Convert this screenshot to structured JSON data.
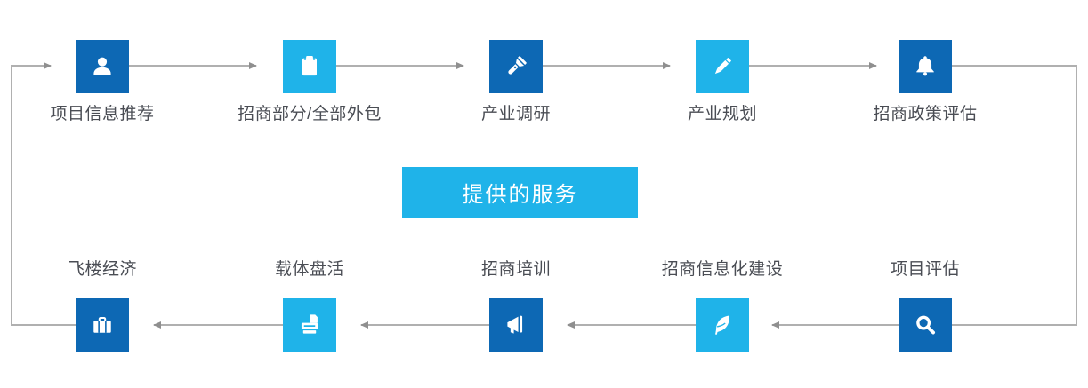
{
  "banner": {
    "label": "提供的服务"
  },
  "colors": {
    "dark_blue": "#0d68b4",
    "light_blue": "#1fb3e9",
    "label_text": "#4a4d54",
    "arrow_line": "#b0b0b0",
    "arrow_head": "#8f8f8f",
    "banner_bg": "#1fb3e9",
    "banner_text": "#ffffff",
    "icon_glyph": "#ffffff"
  },
  "top_row": {
    "flow": "left-to-right",
    "items": [
      {
        "label": "项目信息推荐",
        "icon": "user-icon",
        "tone": "dark"
      },
      {
        "label": "招商部分/全部外包",
        "icon": "clipboard-icon",
        "tone": "light"
      },
      {
        "label": "产业调研",
        "icon": "flashlight-icon",
        "tone": "dark"
      },
      {
        "label": "产业规划",
        "icon": "pencil-icon",
        "tone": "light"
      },
      {
        "label": "招商政策评估",
        "icon": "bell-icon",
        "tone": "dark"
      }
    ]
  },
  "bottom_row": {
    "flow": "right-to-left",
    "items": [
      {
        "label": "飞楼经济",
        "icon": "briefcase-icon",
        "tone": "dark"
      },
      {
        "label": "载体盘活",
        "icon": "printer-icon",
        "tone": "light"
      },
      {
        "label": "招商培训",
        "icon": "megaphone-icon",
        "tone": "dark"
      },
      {
        "label": "招商信息化建设",
        "icon": "feather-icon",
        "tone": "light"
      },
      {
        "label": "项目评估",
        "icon": "search-icon",
        "tone": "dark"
      }
    ]
  }
}
